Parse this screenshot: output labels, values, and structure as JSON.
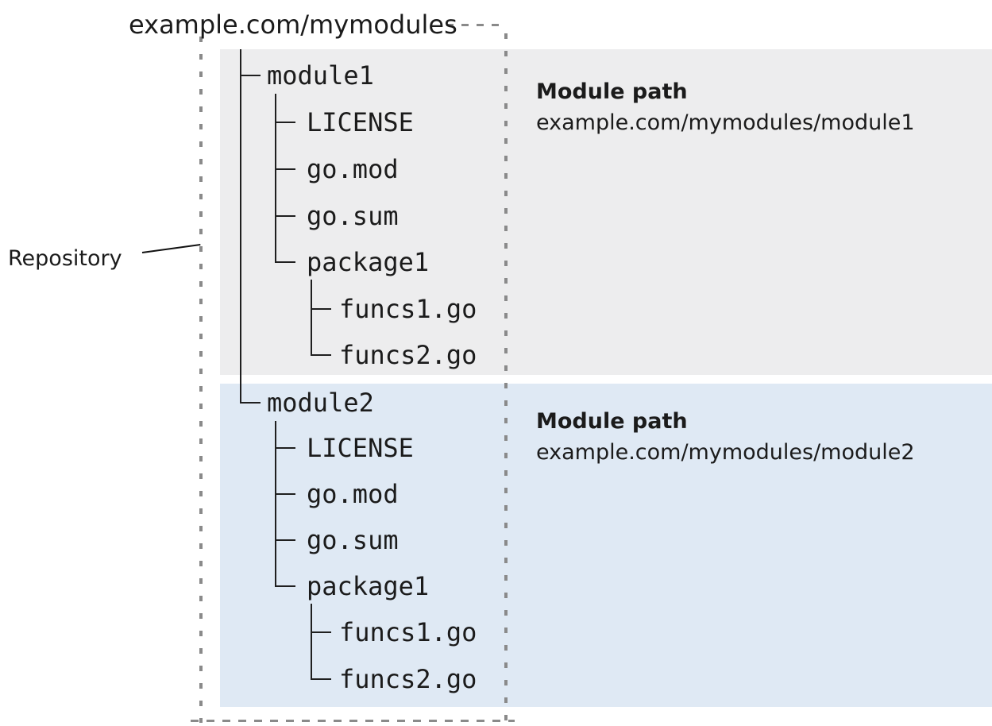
{
  "title": "example.com/mymodules",
  "repository_label": "Repository",
  "colors": {
    "module1_panel": "#ededee",
    "module2_panel": "#dfe9f4",
    "dotted_border": "#8a8a8a",
    "tree_line": "#1f1f1f",
    "text": "#1b1b1b"
  },
  "modules": [
    {
      "name": "module1",
      "path_label": "Module path",
      "path": "example.com/mymodules/module1",
      "files": [
        "LICENSE",
        "go.mod",
        "go.sum",
        "package1"
      ],
      "package_files": [
        "funcs1.go",
        "funcs2.go"
      ]
    },
    {
      "name": "module2",
      "path_label": "Module path",
      "path": "example.com/mymodules/module2",
      "files": [
        "LICENSE",
        "go.mod",
        "go.sum",
        "package1"
      ],
      "package_files": [
        "funcs1.go",
        "funcs2.go"
      ]
    }
  ]
}
